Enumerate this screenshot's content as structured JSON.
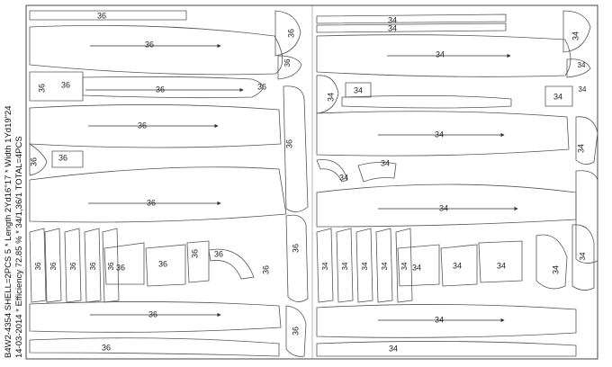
{
  "info": {
    "line1": "B4W2-4354 SHELL=2PCS 5  *  Length 2Yd16\"17  *  Width 1Yd19\"24",
    "line2": "14-03-2014  *  Efficiency 72.85 %  *  34/1,36/1 TOTAL=4PCS"
  },
  "sizes": {
    "a": "36",
    "b": "34"
  }
}
